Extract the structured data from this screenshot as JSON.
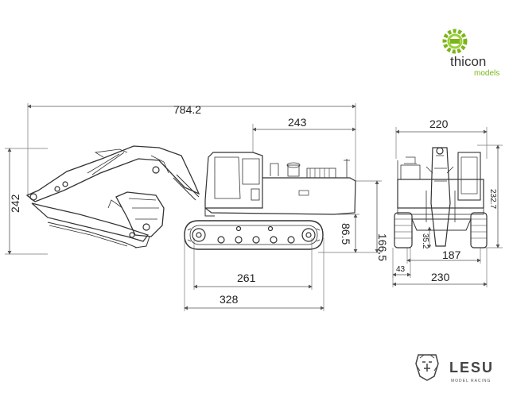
{
  "colors": {
    "line": "#333333",
    "dim_line": "#555555",
    "text": "#222222",
    "brand_green": "#7cb518"
  },
  "brand": {
    "thicon": "thicon",
    "models": "models",
    "lesu": "LESU",
    "lesu_sub": "MODEL RACING"
  },
  "dimensions": {
    "overall_length": "784.2",
    "rear_overhang": "243",
    "height": "242",
    "body_height": "166.5",
    "ground_clearance": "86.5",
    "track_length": "261",
    "track_total": "328",
    "front_width_top": "220",
    "front_height": "232.7",
    "front_clearance": "35.2",
    "track_gauge": "187",
    "track_shoe": "43",
    "overall_width": "230"
  }
}
